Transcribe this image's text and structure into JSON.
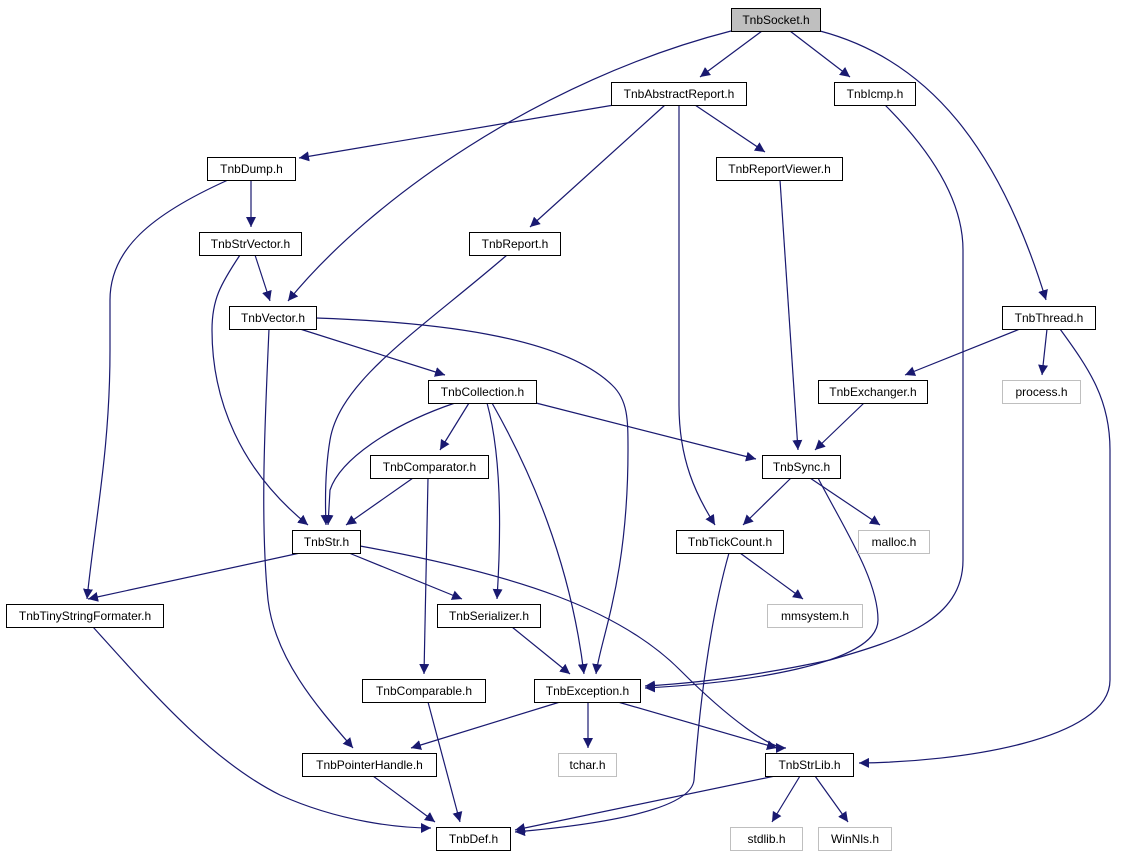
{
  "graph": {
    "nodes": [
      {
        "id": "TnbSocket",
        "label": "TnbSocket.h",
        "style": "root"
      },
      {
        "id": "TnbAbstractReport",
        "label": "TnbAbstractReport.h",
        "style": "normal"
      },
      {
        "id": "TnbIcmp",
        "label": "TnbIcmp.h",
        "style": "normal"
      },
      {
        "id": "TnbDump",
        "label": "TnbDump.h",
        "style": "normal"
      },
      {
        "id": "TnbReportViewer",
        "label": "TnbReportViewer.h",
        "style": "normal"
      },
      {
        "id": "TnbStrVector",
        "label": "TnbStrVector.h",
        "style": "normal"
      },
      {
        "id": "TnbReport",
        "label": "TnbReport.h",
        "style": "normal"
      },
      {
        "id": "TnbVector",
        "label": "TnbVector.h",
        "style": "normal"
      },
      {
        "id": "TnbThread",
        "label": "TnbThread.h",
        "style": "normal"
      },
      {
        "id": "TnbCollection",
        "label": "TnbCollection.h",
        "style": "normal"
      },
      {
        "id": "TnbExchanger",
        "label": "TnbExchanger.h",
        "style": "normal"
      },
      {
        "id": "process",
        "label": "process.h",
        "style": "external"
      },
      {
        "id": "TnbComparator",
        "label": "TnbComparator.h",
        "style": "normal"
      },
      {
        "id": "TnbSync",
        "label": "TnbSync.h",
        "style": "normal"
      },
      {
        "id": "TnbStr",
        "label": "TnbStr.h",
        "style": "normal"
      },
      {
        "id": "TnbTickCount",
        "label": "TnbTickCount.h",
        "style": "normal"
      },
      {
        "id": "malloc",
        "label": "malloc.h",
        "style": "external"
      },
      {
        "id": "TnbTinyStringFormater",
        "label": "TnbTinyStringFormater.h",
        "style": "normal"
      },
      {
        "id": "TnbSerializer",
        "label": "TnbSerializer.h",
        "style": "normal"
      },
      {
        "id": "mmsystem",
        "label": "mmsystem.h",
        "style": "external"
      },
      {
        "id": "TnbComparable",
        "label": "TnbComparable.h",
        "style": "normal"
      },
      {
        "id": "TnbException",
        "label": "TnbException.h",
        "style": "normal"
      },
      {
        "id": "TnbPointerHandle",
        "label": "TnbPointerHandle.h",
        "style": "normal"
      },
      {
        "id": "tchar",
        "label": "tchar.h",
        "style": "external"
      },
      {
        "id": "TnbStrLib",
        "label": "TnbStrLib.h",
        "style": "normal"
      },
      {
        "id": "TnbDef",
        "label": "TnbDef.h",
        "style": "normal"
      },
      {
        "id": "stdlib",
        "label": "stdlib.h",
        "style": "external"
      },
      {
        "id": "WinNls",
        "label": "WinNls.h",
        "style": "external"
      }
    ],
    "edges": [
      {
        "from": "TnbSocket",
        "to": "TnbAbstractReport"
      },
      {
        "from": "TnbSocket",
        "to": "TnbIcmp"
      },
      {
        "from": "TnbSocket",
        "to": "TnbThread"
      },
      {
        "from": "TnbSocket",
        "to": "TnbVector"
      },
      {
        "from": "TnbAbstractReport",
        "to": "TnbDump"
      },
      {
        "from": "TnbAbstractReport",
        "to": "TnbReportViewer"
      },
      {
        "from": "TnbAbstractReport",
        "to": "TnbReport"
      },
      {
        "from": "TnbAbstractReport",
        "to": "TnbTickCount"
      },
      {
        "from": "TnbIcmp",
        "to": "TnbException"
      },
      {
        "from": "TnbDump",
        "to": "TnbStrVector"
      },
      {
        "from": "TnbDump",
        "to": "TnbTinyStringFormater"
      },
      {
        "from": "TnbReportViewer",
        "to": "TnbSync"
      },
      {
        "from": "TnbStrVector",
        "to": "TnbVector"
      },
      {
        "from": "TnbStrVector",
        "to": "TnbStr"
      },
      {
        "from": "TnbReport",
        "to": "TnbStr"
      },
      {
        "from": "TnbVector",
        "to": "TnbCollection"
      },
      {
        "from": "TnbVector",
        "to": "TnbException"
      },
      {
        "from": "TnbVector",
        "to": "TnbPointerHandle"
      },
      {
        "from": "TnbThread",
        "to": "TnbExchanger"
      },
      {
        "from": "TnbThread",
        "to": "process"
      },
      {
        "from": "TnbThread",
        "to": "TnbStrLib"
      },
      {
        "from": "TnbCollection",
        "to": "TnbComparator"
      },
      {
        "from": "TnbCollection",
        "to": "TnbStr"
      },
      {
        "from": "TnbCollection",
        "to": "TnbSync"
      },
      {
        "from": "TnbCollection",
        "to": "TnbSerializer"
      },
      {
        "from": "TnbCollection",
        "to": "TnbException"
      },
      {
        "from": "TnbExchanger",
        "to": "TnbSync"
      },
      {
        "from": "TnbComparator",
        "to": "TnbStr"
      },
      {
        "from": "TnbComparator",
        "to": "TnbComparable"
      },
      {
        "from": "TnbSync",
        "to": "TnbTickCount"
      },
      {
        "from": "TnbSync",
        "to": "malloc"
      },
      {
        "from": "TnbSync",
        "to": "TnbException"
      },
      {
        "from": "TnbStr",
        "to": "TnbTinyStringFormater"
      },
      {
        "from": "TnbStr",
        "to": "TnbSerializer"
      },
      {
        "from": "TnbStr",
        "to": "TnbStrLib"
      },
      {
        "from": "TnbTickCount",
        "to": "mmsystem"
      },
      {
        "from": "TnbTickCount",
        "to": "TnbDef"
      },
      {
        "from": "TnbTinyStringFormater",
        "to": "TnbDef"
      },
      {
        "from": "TnbSerializer",
        "to": "TnbException"
      },
      {
        "from": "TnbComparable",
        "to": "TnbDef"
      },
      {
        "from": "TnbException",
        "to": "TnbPointerHandle"
      },
      {
        "from": "TnbException",
        "to": "tchar"
      },
      {
        "from": "TnbException",
        "to": "TnbStrLib"
      },
      {
        "from": "TnbPointerHandle",
        "to": "TnbDef"
      },
      {
        "from": "TnbStrLib",
        "to": "TnbDef"
      },
      {
        "from": "TnbStrLib",
        "to": "stdlib"
      },
      {
        "from": "TnbStrLib",
        "to": "WinNls"
      }
    ]
  },
  "colors": {
    "edge": "#191970",
    "node_border": "#000000",
    "external_border": "#bfbfbf",
    "root_fill": "#bfbfbf",
    "node_fill": "#ffffff",
    "text": "#000000"
  }
}
